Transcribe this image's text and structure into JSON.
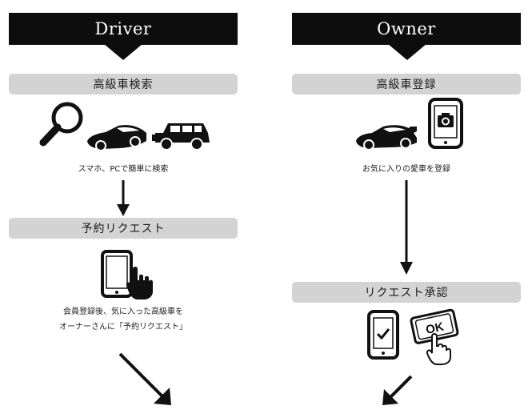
{
  "driver": {
    "header": "Driver",
    "step1": {
      "title": "高級車検索",
      "caption": "スマホ、PCで簡単に検索"
    },
    "step2": {
      "title": "予約リクエスト",
      "caption_line1": "会員登録後、気に入った高級車を",
      "caption_line2": "オーナーさんに「予約リクエスト」"
    }
  },
  "owner": {
    "header": "Owner",
    "step1": {
      "title": "高級車登録",
      "caption": "お気に入りの愛車を登録"
    },
    "step2": {
      "title": "リクエスト承認",
      "ok_label": "OK"
    }
  },
  "icons": [
    "magnifier-icon",
    "sports-car-icon",
    "suv-icon",
    "smartphone-camera-icon",
    "tablet-touch-icon",
    "phone-check-icon",
    "ok-button-press-icon"
  ],
  "colors": {
    "header_bg": "#0d0d0d",
    "step_bg": "#d3d3d3",
    "ink": "#111111"
  }
}
